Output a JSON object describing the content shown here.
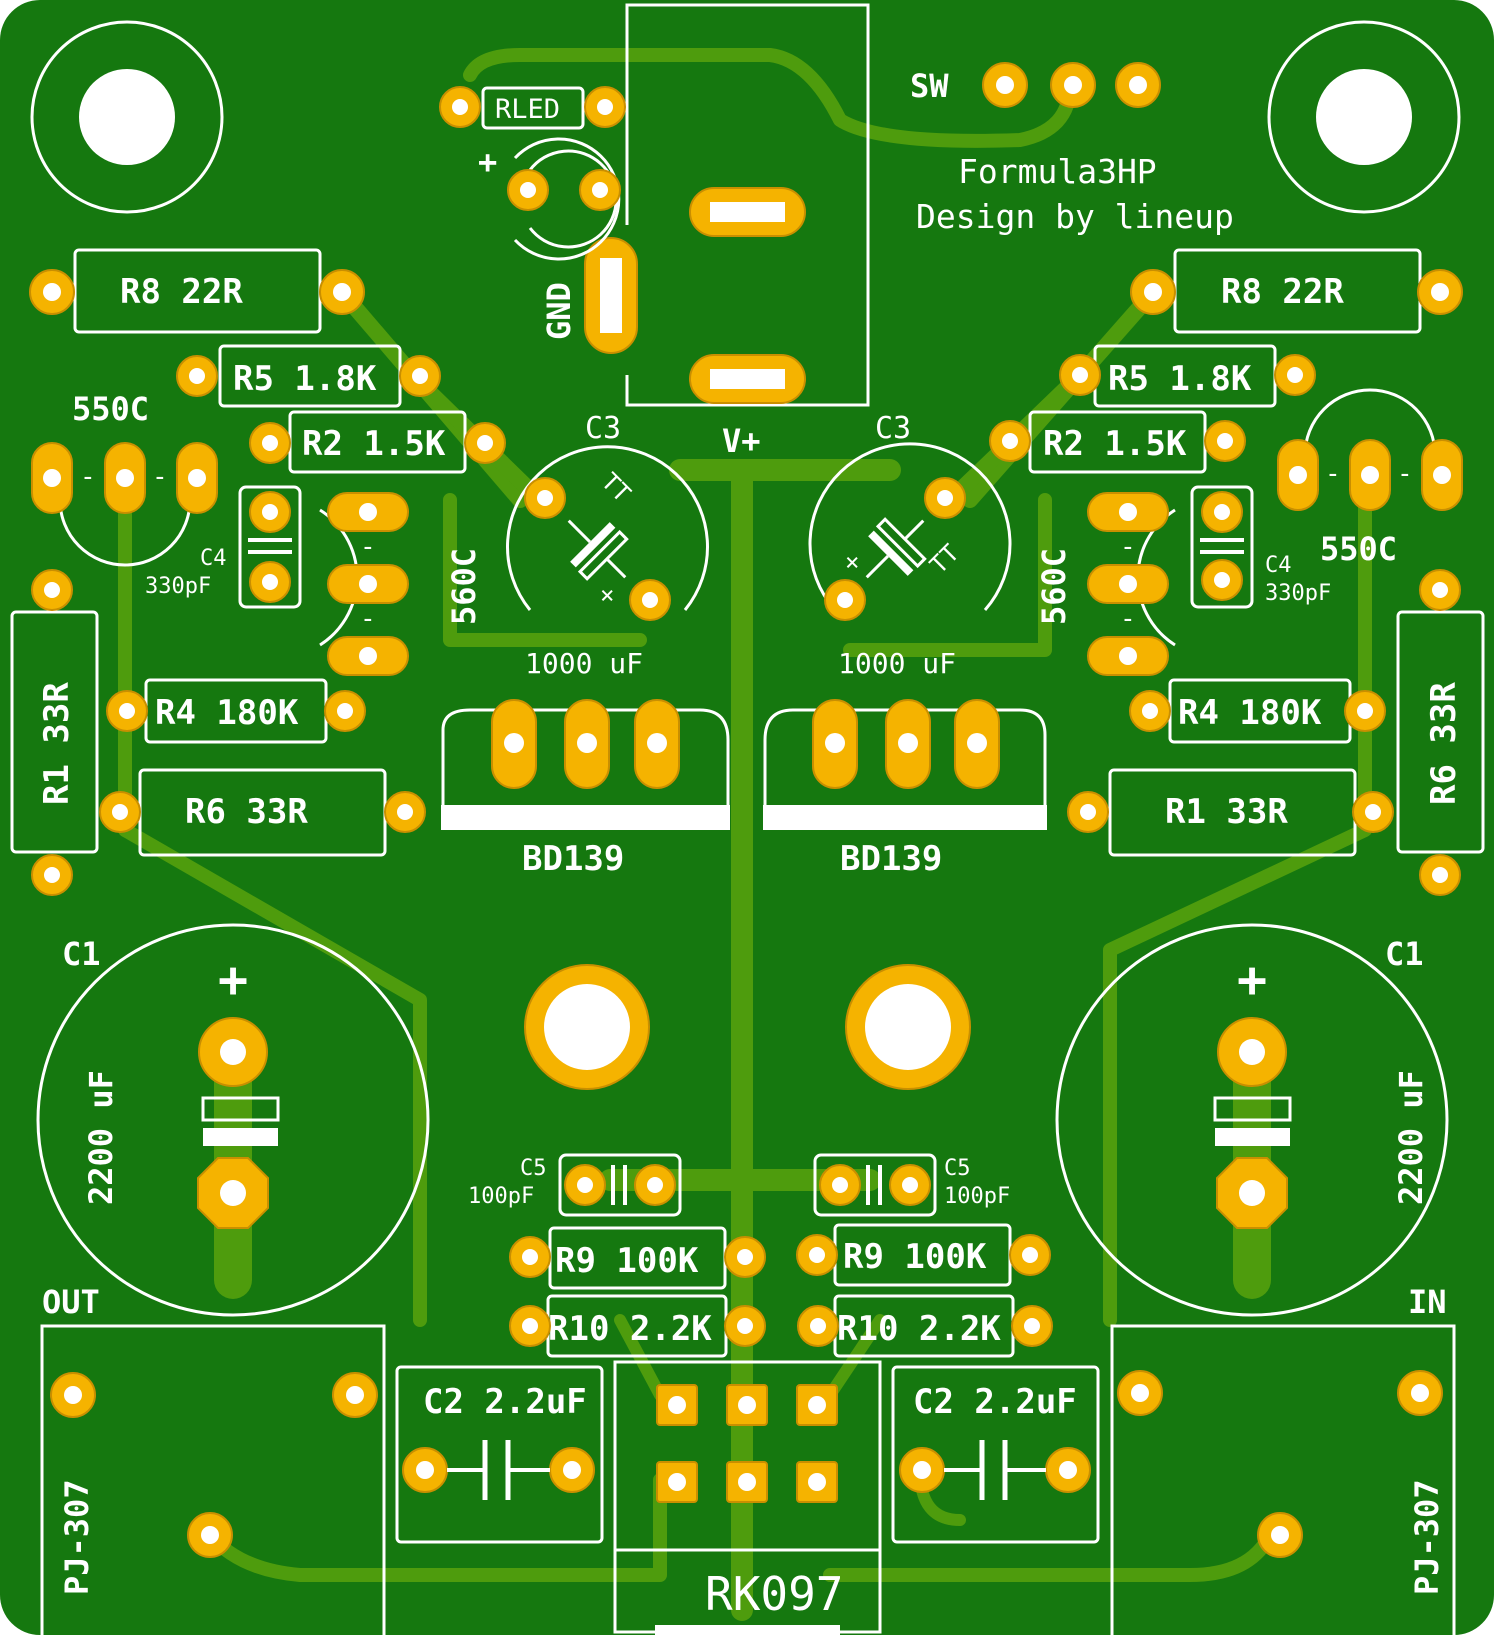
{
  "board": {
    "title": "Formula3HP",
    "subtitle": "Design by lineup",
    "colors": {
      "substrate": "#15780f",
      "copper_trace": "#4e9c0d",
      "pad": "#f5b300",
      "silkscreen": "#ffffff"
    }
  },
  "labels": {
    "sw": "SW",
    "rled": "RLED",
    "plus": "+",
    "gnd": "GND",
    "vplus": "V+",
    "r8_left": "R8 22R",
    "r8_right": "R8 22R",
    "r5_left": "R5 1.8K",
    "r5_right": "R5 1.8K",
    "r2_left": "R2 1.5K",
    "r2_right": "R2 1.5K",
    "q550_left": "550C",
    "q550_right": "550C",
    "q560_left": "560C",
    "q560_right": "560C",
    "c4_left": "C4",
    "c4_left_val": "330pF",
    "c4_right": "C4",
    "c4_right_val": "330pF",
    "c3_left": "C3",
    "c3_right": "C3",
    "c3_left_val": "1000 uF",
    "c3_right_val": "1000 uF",
    "r1_left": "R1 33R",
    "r6_right_vert": "R6 33R",
    "r4_left": "R4 180K",
    "r4_right": "R4 180K",
    "r6_left": "R6 33R",
    "r1_right": "R1 33R",
    "bd139_left": "BD139",
    "bd139_right": "BD139",
    "c1_left": "C1",
    "c1_right": "C1",
    "c1_left_val": "2200 uF",
    "c1_right_val": "2200 uF",
    "c5_left": "C5",
    "c5_left_val": "100pF",
    "c5_right": "C5",
    "c5_right_val": "100pF",
    "r9_left": "R9 100K",
    "r9_right": "R9 100K",
    "r10_left": "R10 2.2K",
    "r10_right": "R10 2.2K",
    "c2_left": "C2 2.2uF",
    "c2_right": "C2 2.2uF",
    "out": "OUT",
    "in": "IN",
    "pj_left": "PJ-307",
    "pj_right": "PJ-307",
    "rk097": "RK097"
  }
}
